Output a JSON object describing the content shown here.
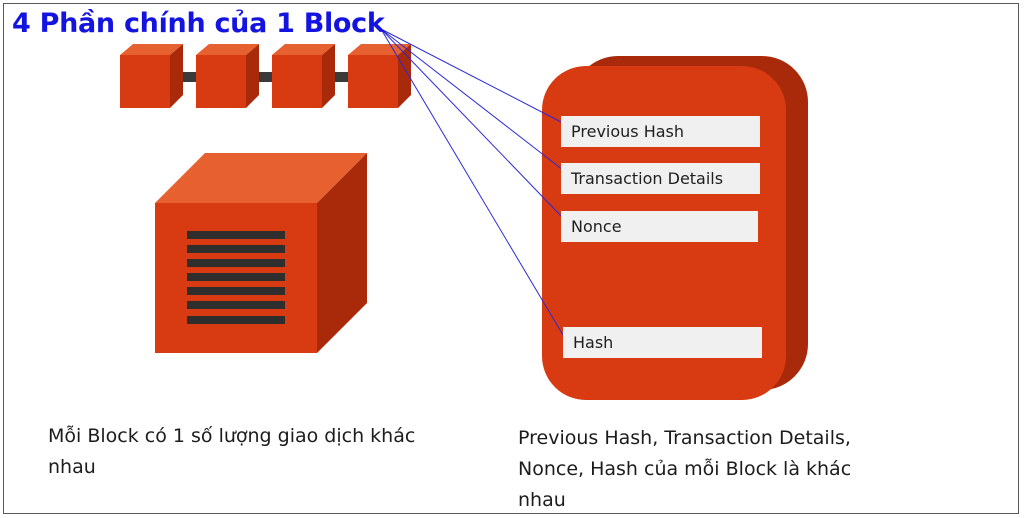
{
  "title": "4 Phần chính của 1 Block",
  "block_fields": [
    "Previous Hash",
    "Transaction Details",
    "Nonce",
    "Hash"
  ],
  "caption_left": "Mỗi Block có 1 số lượng giao dịch khác nhau",
  "caption_right": "Previous Hash, Transaction Details, Nonce, Hash của mỗi Block là khác nhau",
  "colors": {
    "title": "#1414e0",
    "block_front": "#d83a12",
    "block_top": "#e7602f",
    "block_side": "#a82a0a",
    "link_lines": "#2b2bd6"
  }
}
